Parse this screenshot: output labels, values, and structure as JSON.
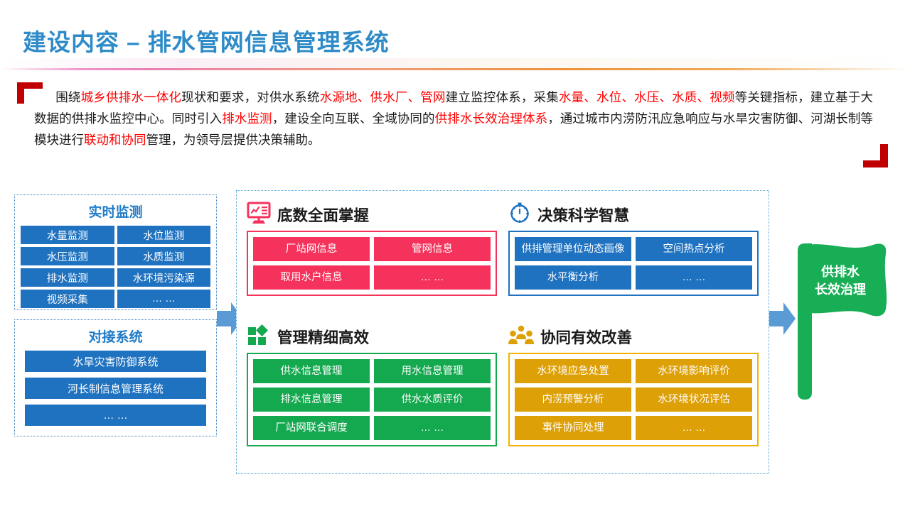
{
  "header": {
    "title": "建设内容 – 排水管网信息管理系统"
  },
  "intro": {
    "segments": [
      {
        "text": "围绕",
        "hl": false
      },
      {
        "text": "城乡供排水一体化",
        "hl": true
      },
      {
        "text": "现状和要求，对供水系统",
        "hl": false
      },
      {
        "text": "水源地、供水厂、管网",
        "hl": true
      },
      {
        "text": "建立监控体系，采集",
        "hl": false
      },
      {
        "text": "水量、水位、水压、水质、视频",
        "hl": true
      },
      {
        "text": "等关键指标，建立基于大数据的供排水监控中心。同时引入",
        "hl": false
      },
      {
        "text": "排水监测",
        "hl": true
      },
      {
        "text": "，建设全向互联、全域协同的",
        "hl": false
      },
      {
        "text": "供排水长效治理体系",
        "hl": true
      },
      {
        "text": "，通过城市内涝防汛应急响应与水旱灾害防御、河湖长制等模块进行",
        "hl": false
      },
      {
        "text": "联动和协同",
        "hl": true
      },
      {
        "text": "管理，为领导层提供决策辅助。",
        "hl": false
      }
    ]
  },
  "left_panels": [
    {
      "id": "realtime",
      "title": "实时监测",
      "chips": [
        "水量监测",
        "水位监测",
        "水压监测",
        "水质监测",
        "排水监测",
        "水环境污染源",
        "视频采集",
        "… …"
      ]
    },
    {
      "id": "docking",
      "title": "对接系统",
      "chips": [
        "水旱灾害防御系统",
        "河长制信息管理系统",
        "… …"
      ]
    }
  ],
  "quadrants": [
    {
      "id": "base",
      "icon": "monitor-chart-icon",
      "title": "底数全面掌握",
      "color": "#F5325B",
      "tiles": [
        "厂站网信息",
        "管网信息",
        "取用水户信息",
        "… …"
      ]
    },
    {
      "id": "decide",
      "icon": "clock-icon",
      "title": "决策科学智慧",
      "color": "#1F72C0",
      "tiles": [
        "供排管理单位\n动态画像",
        "空间热点分析",
        "水平衡分析",
        "… …"
      ]
    },
    {
      "id": "manage",
      "icon": "blocks-icon",
      "title": "管理精细高效",
      "color": "#14A84F",
      "tiles": [
        "供水信息管理",
        "用水信息管理",
        "排水信息管理",
        "供水水质评价",
        "厂站网联合调度",
        "… …"
      ]
    },
    {
      "id": "collab",
      "icon": "people-group-icon",
      "title": "协同有效改善",
      "color": "#DDA007",
      "tiles": [
        "水环境应急处置",
        "水环境影响评价",
        "内涝预警分析",
        "水环境状况评估",
        "事件协同处理",
        "… …"
      ]
    }
  ],
  "flag": {
    "line1": "供排水",
    "line2": "长效治理",
    "color": "#18AE55"
  },
  "arrows": {
    "color": "#5B9BD5",
    "left_label": "flow-arrow-left",
    "right_label": "flow-arrow-right"
  },
  "accents": {
    "title_blue": "#2E8BC7",
    "highlight_red": "#FF0000",
    "corner_red": "#C00000",
    "chip_blue": "#1F72C0",
    "panel_border_blue": "#3C7FBF"
  }
}
